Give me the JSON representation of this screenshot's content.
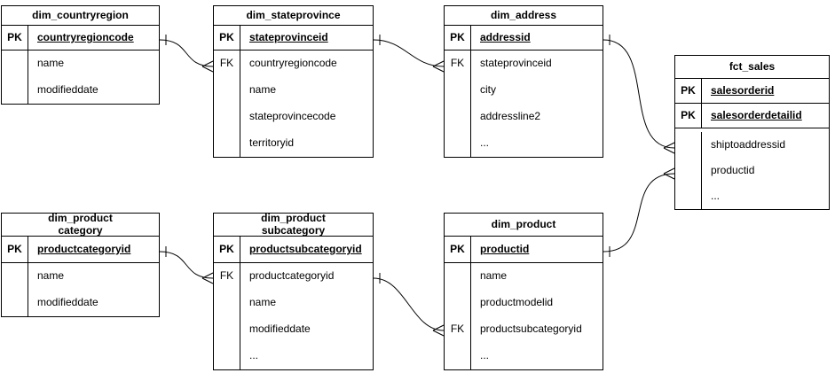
{
  "diagram": {
    "colors": {
      "line": "#000000",
      "fill": "#ffffff",
      "text": "#000000"
    },
    "notation": "crow-foot one-to-many",
    "tables": {
      "countryregion": {
        "title": "dim_countryregion",
        "keys": [
          {
            "badge": "PK",
            "field": "countryregioncode"
          }
        ],
        "rows": [
          {
            "badge": "",
            "field": "name"
          },
          {
            "badge": "",
            "field": "modifieddate"
          }
        ]
      },
      "stateprovince": {
        "title": "dim_stateprovince",
        "keys": [
          {
            "badge": "PK",
            "field": "stateprovinceid"
          }
        ],
        "rows": [
          {
            "badge": "FK",
            "field": "countryregioncode"
          },
          {
            "badge": "",
            "field": "name"
          },
          {
            "badge": "",
            "field": "stateprovincecode"
          },
          {
            "badge": "",
            "field": "territoryid"
          }
        ]
      },
      "address": {
        "title": "dim_address",
        "keys": [
          {
            "badge": "PK",
            "field": "addressid"
          }
        ],
        "rows": [
          {
            "badge": "FK",
            "field": "stateprovinceid"
          },
          {
            "badge": "",
            "field": "city"
          },
          {
            "badge": "",
            "field": "addressline2"
          },
          {
            "badge": "",
            "field": "..."
          }
        ]
      },
      "fct_sales": {
        "title": "fct_sales",
        "keys": [
          {
            "badge": "PK",
            "field": "salesorderid"
          },
          {
            "badge": "PK",
            "field": "salesorderdetailid"
          }
        ],
        "rows": [
          {
            "badge": "",
            "field": "shiptoaddressid"
          },
          {
            "badge": "",
            "field": "productid"
          },
          {
            "badge": "",
            "field": "..."
          }
        ]
      },
      "productcategory": {
        "title": "dim_product\ncategory",
        "keys": [
          {
            "badge": "PK",
            "field": "productcategoryid"
          }
        ],
        "rows": [
          {
            "badge": "",
            "field": "name"
          },
          {
            "badge": "",
            "field": "modifieddate"
          }
        ]
      },
      "productsubcategory": {
        "title": "dim_product\nsubcategory",
        "keys": [
          {
            "badge": "PK",
            "field": "productsubcategoryid"
          }
        ],
        "rows": [
          {
            "badge": "FK",
            "field": "productcategoryid"
          },
          {
            "badge": "",
            "field": "name"
          },
          {
            "badge": "",
            "field": "modifieddate"
          },
          {
            "badge": "",
            "field": "..."
          }
        ]
      },
      "product": {
        "title": "dim_product",
        "keys": [
          {
            "badge": "PK",
            "field": "productid"
          }
        ],
        "rows": [
          {
            "badge": "",
            "field": "name"
          },
          {
            "badge": "",
            "field": "productmodelid"
          },
          {
            "badge": "FK",
            "field": "productsubcategoryid"
          },
          {
            "badge": "",
            "field": "..."
          }
        ]
      }
    },
    "relationships": [
      {
        "from": "dim_countryregion.countryregioncode",
        "to": "dim_stateprovince.countryregioncode",
        "source_marker": "one",
        "target_marker": "many"
      },
      {
        "from": "dim_stateprovince.stateprovinceid",
        "to": "dim_address.stateprovinceid",
        "source_marker": "one",
        "target_marker": "many"
      },
      {
        "from": "dim_address.addressid",
        "to": "fct_sales.shiptoaddressid",
        "source_marker": "one",
        "target_marker": "many"
      },
      {
        "from": "dim_product.productid",
        "to": "fct_sales.productid",
        "source_marker": "one",
        "target_marker": "many"
      },
      {
        "from": "dim_productcategory.productcategoryid",
        "to": "dim_productsubcategory.productcategoryid",
        "source_marker": "one",
        "target_marker": "many"
      },
      {
        "from": "dim_productsubcategory.productsubcategoryid",
        "to": "dim_product.productsubcategoryid",
        "source_marker": "one",
        "target_marker": "many"
      }
    ]
  }
}
